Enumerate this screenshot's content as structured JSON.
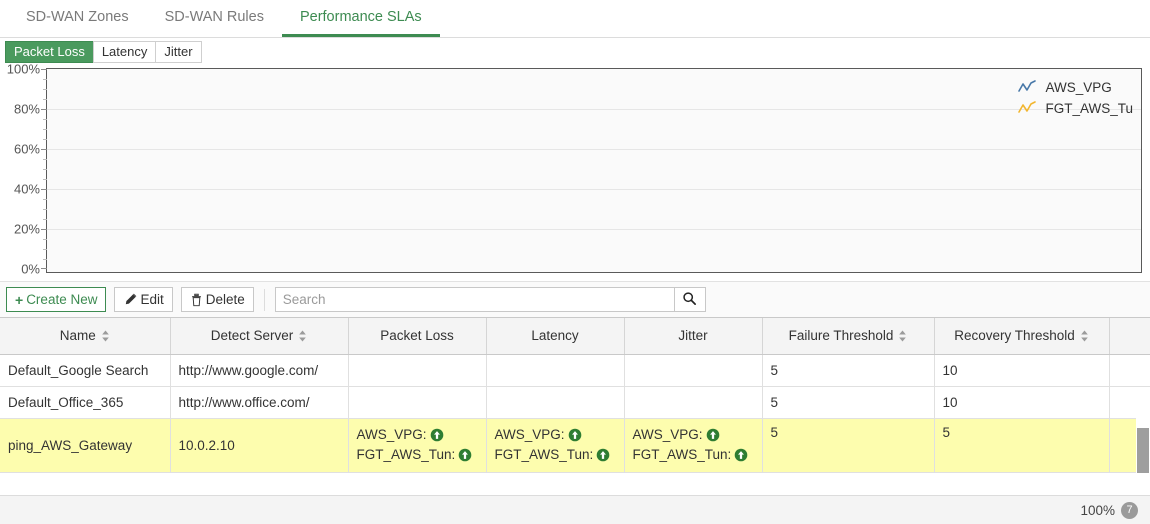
{
  "tabs": [
    {
      "label": "SD-WAN Zones",
      "active": false
    },
    {
      "label": "SD-WAN Rules",
      "active": false
    },
    {
      "label": "Performance SLAs",
      "active": true
    }
  ],
  "metric_tabs": [
    {
      "label": "Packet Loss",
      "active": true
    },
    {
      "label": "Latency",
      "active": false
    },
    {
      "label": "Jitter",
      "active": false
    }
  ],
  "chart_data": {
    "type": "line",
    "title": "",
    "xlabel": "",
    "ylabel": "",
    "ylim": [
      0,
      100
    ],
    "yticks": [
      "0%",
      "20%",
      "40%",
      "60%",
      "80%",
      "100%"
    ],
    "ytick_values": [
      0,
      20,
      40,
      60,
      80,
      100
    ],
    "grid": true,
    "legend_position": "top-right",
    "series": [
      {
        "name": "AWS_VPG",
        "color": "#4878a8",
        "values": []
      },
      {
        "name": "FGT_AWS_Tu",
        "color": "#f2b630",
        "values": []
      }
    ]
  },
  "toolbar": {
    "create_label": "Create New",
    "create_icon": "plus-icon",
    "edit_label": "Edit",
    "edit_icon": "pencil-icon",
    "delete_label": "Delete",
    "delete_icon": "trash-icon",
    "search_placeholder": "Search",
    "search_value": "",
    "search_icon": "magnifier-icon"
  },
  "table": {
    "columns": [
      {
        "label": "Name",
        "sortable": true
      },
      {
        "label": "Detect Server",
        "sortable": true
      },
      {
        "label": "Packet Loss",
        "sortable": false
      },
      {
        "label": "Latency",
        "sortable": false
      },
      {
        "label": "Jitter",
        "sortable": false
      },
      {
        "label": "Failure Threshold",
        "sortable": true
      },
      {
        "label": "Recovery Threshold",
        "sortable": true
      }
    ],
    "rows": [
      {
        "name": "Default_Google Search",
        "detect_server": "http://www.google.com/",
        "packet_loss": [],
        "latency": [],
        "jitter": [],
        "failure_threshold": "5",
        "recovery_threshold": "10",
        "highlighted": false
      },
      {
        "name": "Default_Office_365",
        "detect_server": "http://www.office.com/",
        "packet_loss": [],
        "latency": [],
        "jitter": [],
        "failure_threshold": "5",
        "recovery_threshold": "10",
        "highlighted": false
      },
      {
        "name": "ping_AWS_Gateway",
        "detect_server": "10.0.2.10",
        "packet_loss": [
          {
            "label": "AWS_VPG:",
            "status": "up"
          },
          {
            "label": "FGT_AWS_Tun:",
            "status": "up"
          }
        ],
        "latency": [
          {
            "label": "AWS_VPG:",
            "status": "up"
          },
          {
            "label": "FGT_AWS_Tun:",
            "status": "up"
          }
        ],
        "jitter": [
          {
            "label": "AWS_VPG:",
            "status": "up"
          },
          {
            "label": "FGT_AWS_Tun:",
            "status": "up"
          }
        ],
        "failure_threshold": "5",
        "recovery_threshold": "5",
        "highlighted": true
      }
    ]
  },
  "status": {
    "zoom": "100%",
    "badge_count": "7"
  },
  "colors": {
    "accent_green": "#3d8b51",
    "active_tab_green": "#4a9a5e",
    "highlight_yellow": "#fdfdae",
    "status_up_green": "#2e7d32",
    "series_blue": "#4878a8",
    "series_orange": "#f2b630"
  }
}
